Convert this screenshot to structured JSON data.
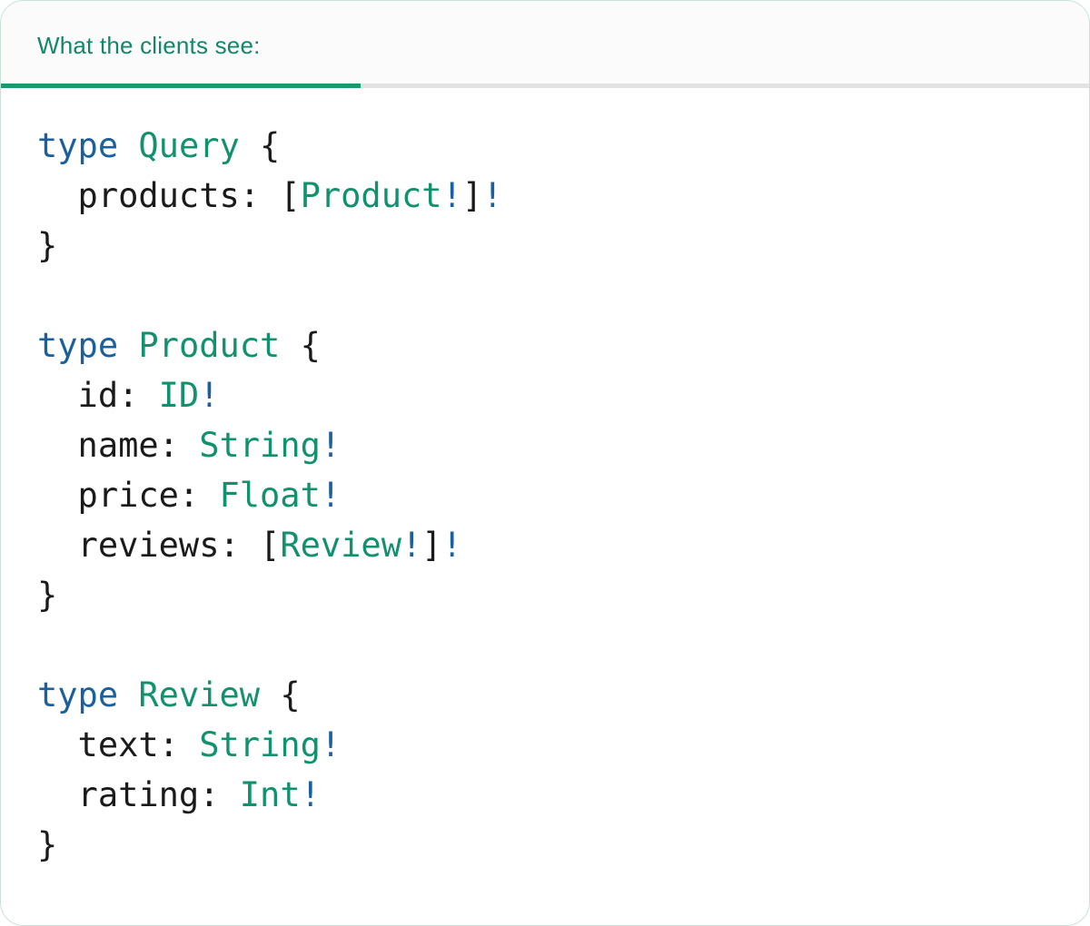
{
  "tab": {
    "label": "What the clients see:"
  },
  "colors": {
    "keyword": "#1a5f9e",
    "type": "#12916f",
    "plain": "#1a1a1a",
    "tab_text": "#13876a",
    "tab_indicator": "#18996e",
    "tab_divider": "#e2e2e2",
    "card_border": "#c9e2d3",
    "header_bg": "#fbfbfb",
    "card_bg": "#ffffff"
  },
  "code": {
    "language": "graphql",
    "text": "type Query {\n  products: [Product!]!\n}\n\ntype Product {\n  id: ID!\n  name: String!\n  price: Float!\n  reviews: [Review!]!\n}\n\ntype Review {\n  text: String!\n  rating: Int!\n}",
    "lines": [
      [
        {
          "t": "type",
          "c": "kw"
        },
        {
          "t": " ",
          "c": "pl"
        },
        {
          "t": "Query",
          "c": "ty"
        },
        {
          "t": " {",
          "c": "pl"
        }
      ],
      [
        {
          "t": "  products: [",
          "c": "pl"
        },
        {
          "t": "Product",
          "c": "ty"
        },
        {
          "t": "!",
          "c": "kw"
        },
        {
          "t": "]",
          "c": "pl"
        },
        {
          "t": "!",
          "c": "kw"
        }
      ],
      [
        {
          "t": "}",
          "c": "pl"
        }
      ],
      [],
      [
        {
          "t": "type",
          "c": "kw"
        },
        {
          "t": " ",
          "c": "pl"
        },
        {
          "t": "Product",
          "c": "ty"
        },
        {
          "t": " {",
          "c": "pl"
        }
      ],
      [
        {
          "t": "  id: ",
          "c": "pl"
        },
        {
          "t": "ID",
          "c": "ty"
        },
        {
          "t": "!",
          "c": "kw"
        }
      ],
      [
        {
          "t": "  name: ",
          "c": "pl"
        },
        {
          "t": "String",
          "c": "ty"
        },
        {
          "t": "!",
          "c": "kw"
        }
      ],
      [
        {
          "t": "  price: ",
          "c": "pl"
        },
        {
          "t": "Float",
          "c": "ty"
        },
        {
          "t": "!",
          "c": "kw"
        }
      ],
      [
        {
          "t": "  reviews: [",
          "c": "pl"
        },
        {
          "t": "Review",
          "c": "ty"
        },
        {
          "t": "!",
          "c": "kw"
        },
        {
          "t": "]",
          "c": "pl"
        },
        {
          "t": "!",
          "c": "kw"
        }
      ],
      [
        {
          "t": "}",
          "c": "pl"
        }
      ],
      [],
      [
        {
          "t": "type",
          "c": "kw"
        },
        {
          "t": " ",
          "c": "pl"
        },
        {
          "t": "Review",
          "c": "ty"
        },
        {
          "t": " {",
          "c": "pl"
        }
      ],
      [
        {
          "t": "  text: ",
          "c": "pl"
        },
        {
          "t": "String",
          "c": "ty"
        },
        {
          "t": "!",
          "c": "kw"
        }
      ],
      [
        {
          "t": "  rating: ",
          "c": "pl"
        },
        {
          "t": "Int",
          "c": "ty"
        },
        {
          "t": "!",
          "c": "kw"
        }
      ],
      [
        {
          "t": "}",
          "c": "pl"
        }
      ]
    ]
  }
}
